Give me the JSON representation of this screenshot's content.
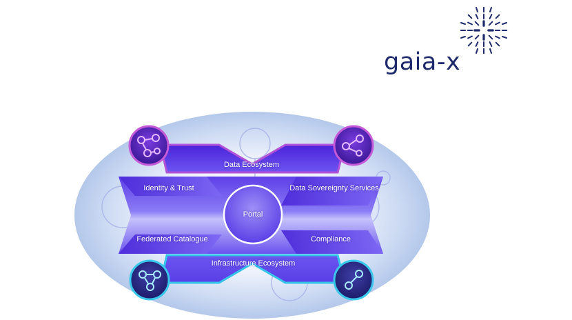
{
  "logo": {
    "wordmark": "gaia-x"
  },
  "diagram": {
    "data_ecosystem": "Data Ecosystem",
    "identity_trust": "Identity & Trust",
    "data_sovereignty": "Data Sovereignty Services",
    "portal": "Portal",
    "federated_catalogue": "Federated Catalogue",
    "compliance": "Compliance",
    "infrastructure_ecosystem": "Infrastructure Ecosystem"
  },
  "colors": {
    "navy": "#1e2a6b",
    "purple": "#5a2ee0",
    "violet": "#6a4ff0",
    "magenta": "#c24bd8",
    "cyan": "#38c8ec",
    "halo": "#dce8f8"
  }
}
